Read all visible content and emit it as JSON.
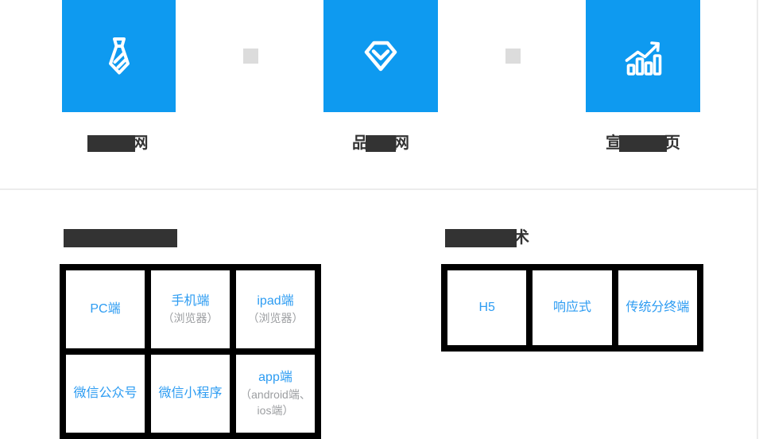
{
  "colors": {
    "tile_blue": "#0e9af0",
    "cell_text_blue": "#2d9cf2",
    "dark_mask": "#333333",
    "grid_border_black": "#000000",
    "subtitle_gray": "#9c9ea1",
    "separator_square_gray": "#dcdcdc",
    "divider_gray": "#ececec"
  },
  "features": {
    "items": [
      {
        "icon": "tie-icon",
        "visible_prefix": "",
        "visible_suffix": "网"
      },
      {
        "icon": "gem-icon",
        "visible_prefix": "品",
        "visible_suffix": "网"
      },
      {
        "icon": "growth-chart-icon",
        "visible_prefix": "宣",
        "visible_suffix": "页"
      }
    ]
  },
  "terminals_section": {
    "header_visible_text": "",
    "cells": [
      {
        "title": "PC端",
        "subtitle": ""
      },
      {
        "title": "手机端",
        "subtitle": "（浏览器）"
      },
      {
        "title": "ipad端",
        "subtitle": "（浏览器）"
      },
      {
        "title": "微信公众号",
        "subtitle": ""
      },
      {
        "title": "微信小程序",
        "subtitle": ""
      },
      {
        "title": "app端",
        "subtitle": "（android端、ios端）"
      }
    ]
  },
  "tech_section": {
    "header_visible_text": "术",
    "cells": [
      {
        "title": "H5"
      },
      {
        "title": "响应式"
      },
      {
        "title": "传统分终端"
      }
    ]
  }
}
